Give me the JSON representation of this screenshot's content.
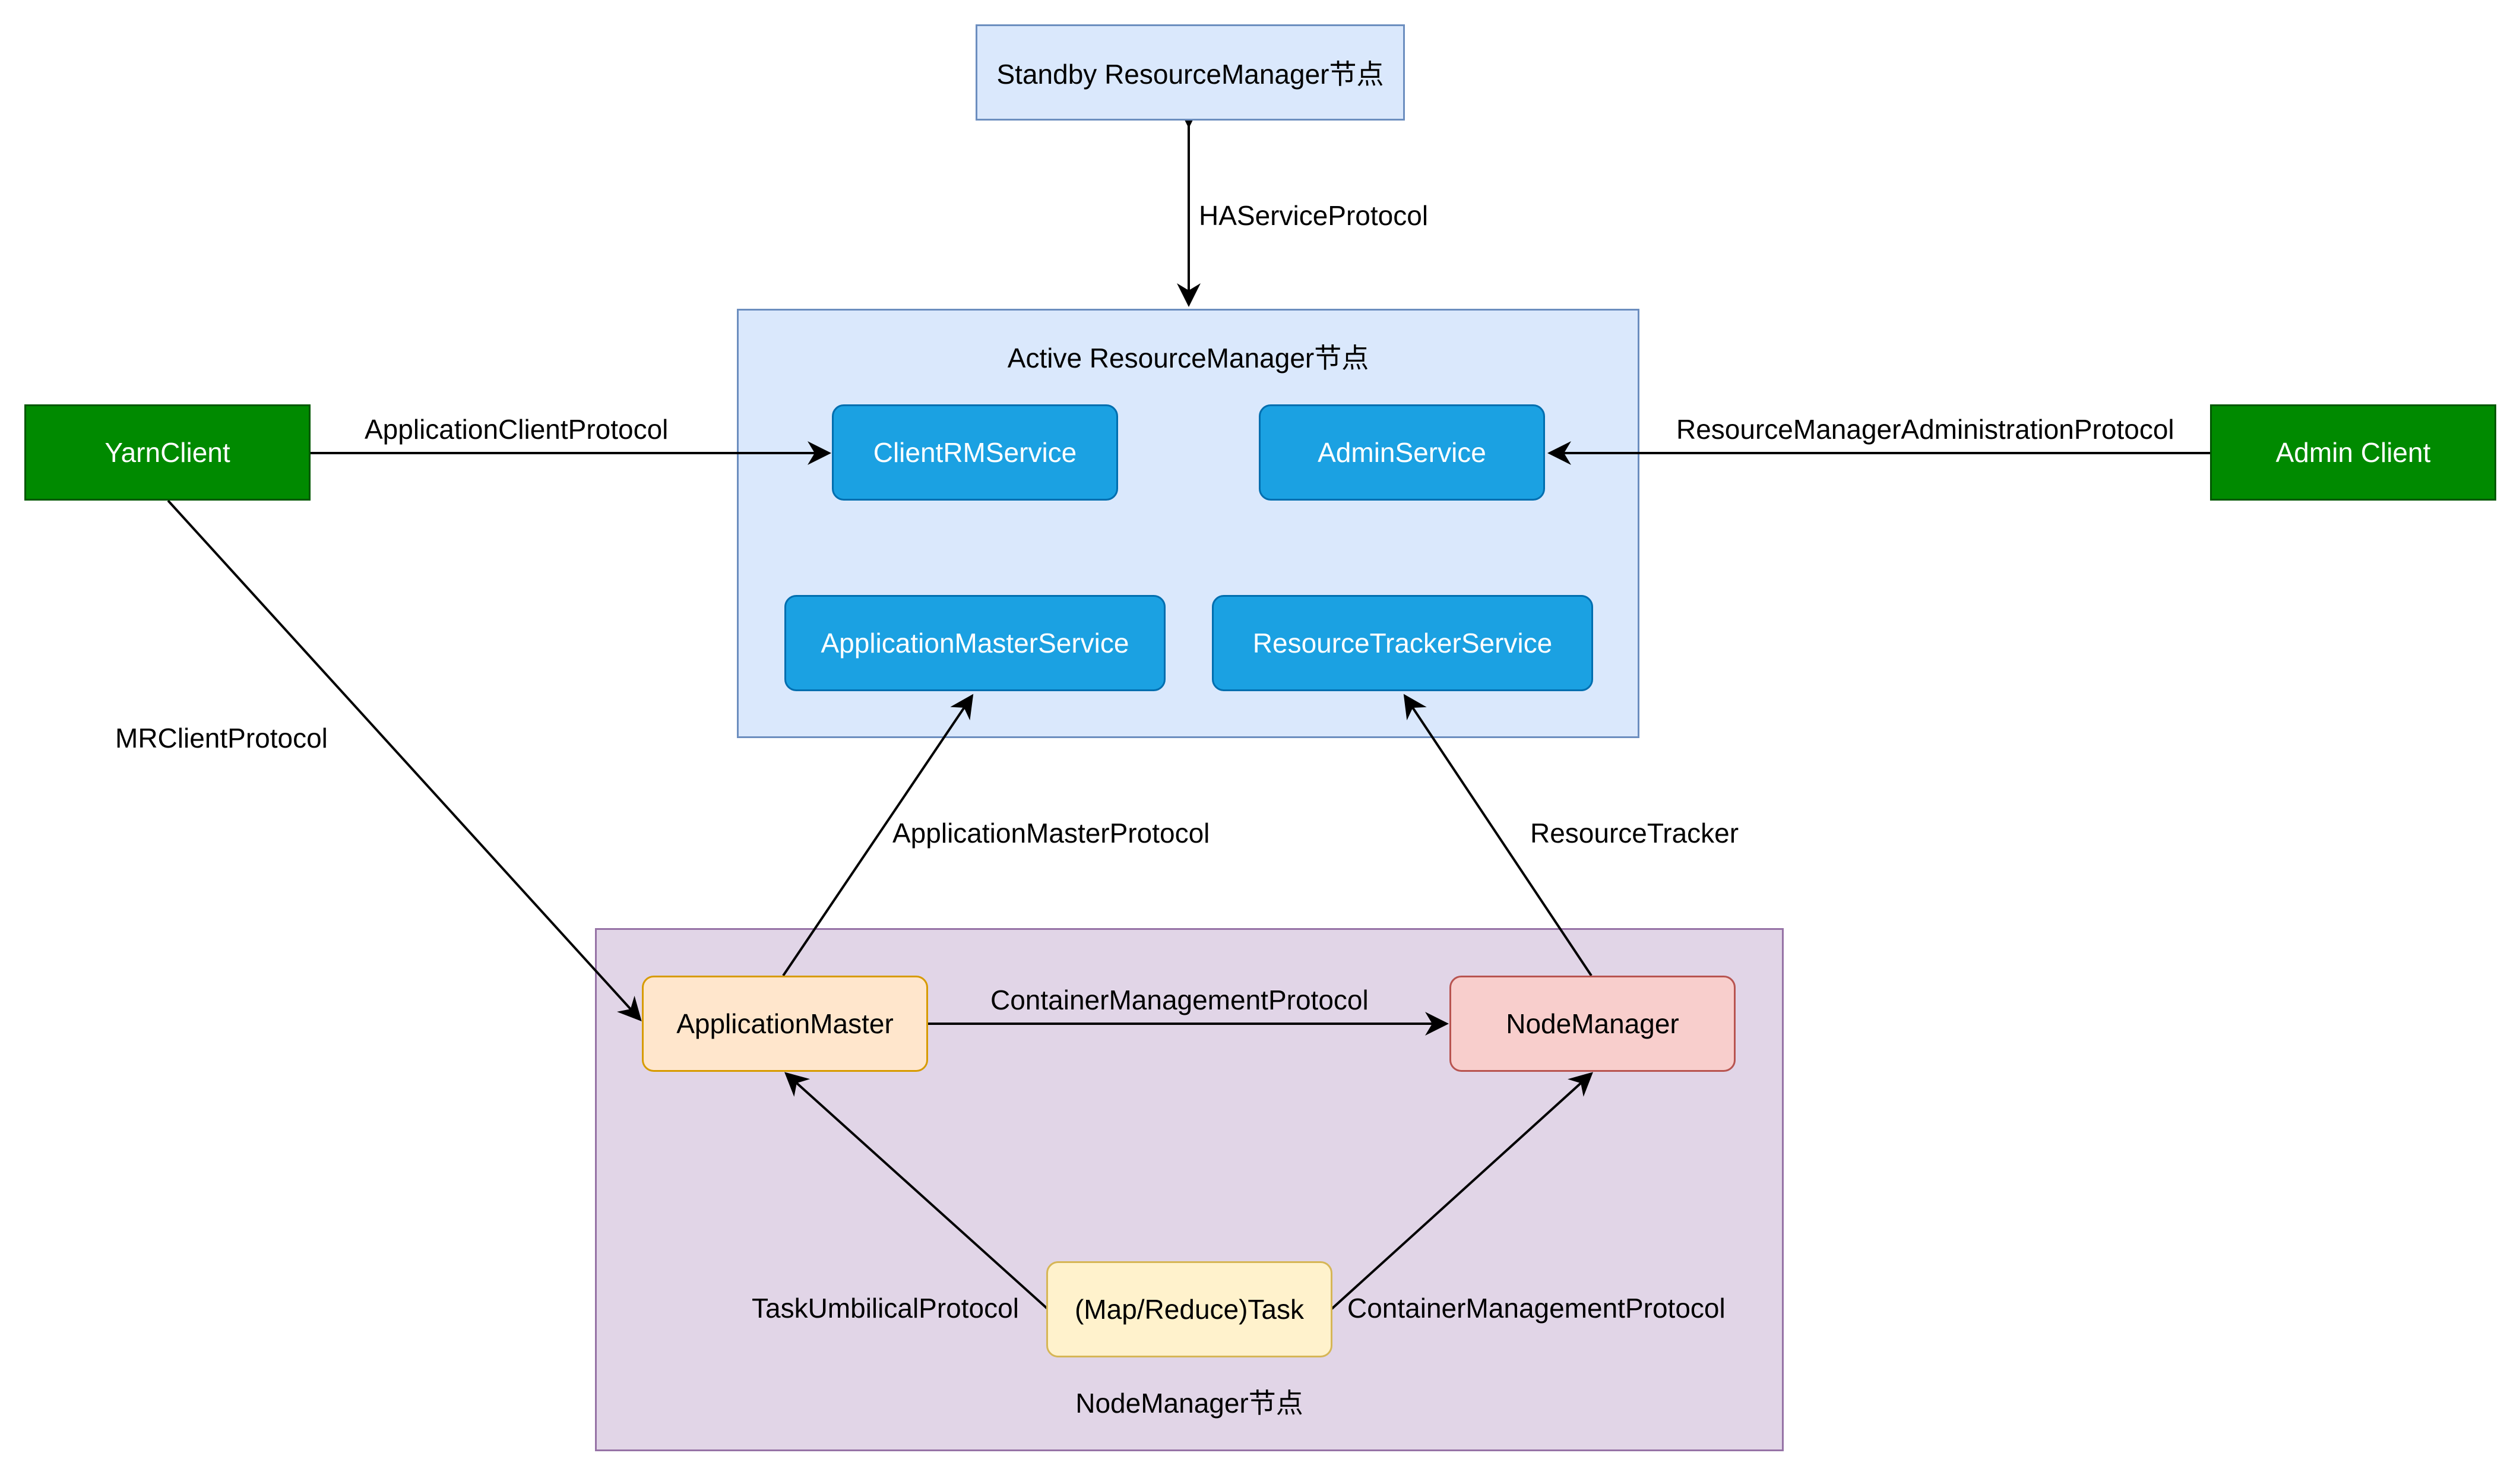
{
  "nodes": {
    "standby_rm": "Standby ResourceManager节点",
    "active_rm_title": "Active ResourceManager节点",
    "client_rm_service": "ClientRMService",
    "admin_service": "AdminService",
    "am_service": "ApplicationMasterService",
    "rt_service": "ResourceTrackerService",
    "yarn_client": "YarnClient",
    "admin_client": "Admin Client",
    "application_master": "ApplicationMaster",
    "node_manager": "NodeManager",
    "task": "(Map/Reduce)Task",
    "nm_title": "NodeManager节点"
  },
  "edges": {
    "ha": "HAServiceProtocol",
    "app_client": "ApplicationClientProtocol",
    "rm_admin": "ResourceManagerAdministrationProtocol",
    "mr_client": "MRClientProtocol",
    "am_protocol": "ApplicationMasterProtocol",
    "resource_tracker": "ResourceTracker",
    "container_mgmt": "ContainerManagementProtocol",
    "task_umbilical": "TaskUmbilicalProtocol",
    "container_mgmt_task": "ContainerManagementProtocol"
  },
  "colors": {
    "green_fill": "#008a00",
    "service_fill": "#1ba1e2",
    "rm_container_fill": "#dae8fc",
    "nm_container_fill": "#e1d5e7",
    "am_fill": "#ffe6cc",
    "nm_fill": "#f8cecc",
    "task_fill": "#fff2cc"
  }
}
